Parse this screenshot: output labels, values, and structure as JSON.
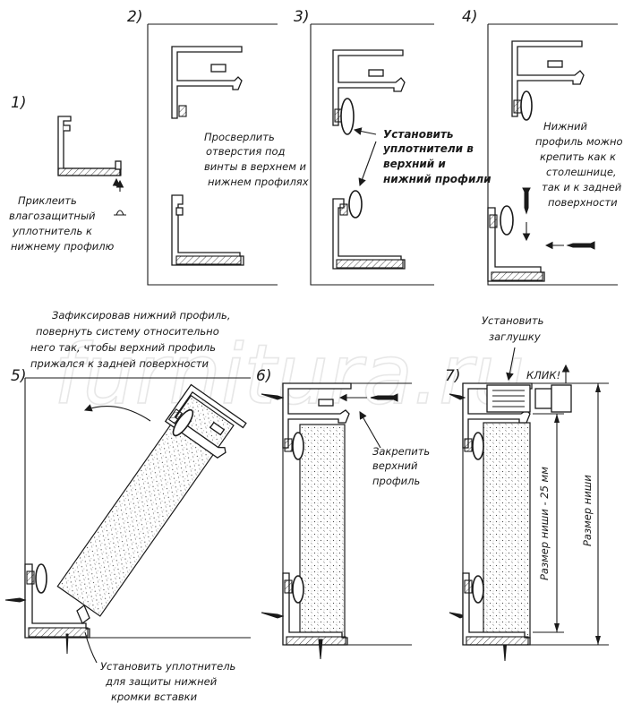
{
  "watermark": "furnitura.ru",
  "steps": [
    {
      "number": "1)",
      "text": [
        "Приклеить",
        "влагозащитный",
        "уплотнитель к",
        "нижнему профилю"
      ]
    },
    {
      "number": "2)",
      "text": [
        "Просверлить",
        "отверстия под",
        "винты в верхнем и",
        "нижнем профилях"
      ]
    },
    {
      "number": "3)",
      "text": [
        "Установить",
        "уплотнители в",
        "верхний и",
        "нижний профили"
      ]
    },
    {
      "number": "4)",
      "text": [
        "Нижний",
        "профиль можно",
        "крепить как к",
        "столешнице,",
        "так и к задней",
        "поверхности"
      ]
    },
    {
      "number": "5)",
      "text": [
        "Зафиксировав нижний профиль,",
        "повернуть систему относительно",
        "него так, чтобы верхний профиль",
        "прижался к задней поверхности"
      ],
      "note": [
        "Установить уплотнитель",
        "для защиты нижней",
        "кромки вставки"
      ]
    },
    {
      "number": "6)",
      "text": [
        "Закрепить",
        "верхний",
        "профиль"
      ]
    },
    {
      "number": "7)",
      "text": [
        "Установить",
        "заглушку"
      ],
      "click": "КЛИК!",
      "dim_inner": "Размер ниши - 25 мм",
      "dim_outer": "Размер ниши"
    }
  ]
}
